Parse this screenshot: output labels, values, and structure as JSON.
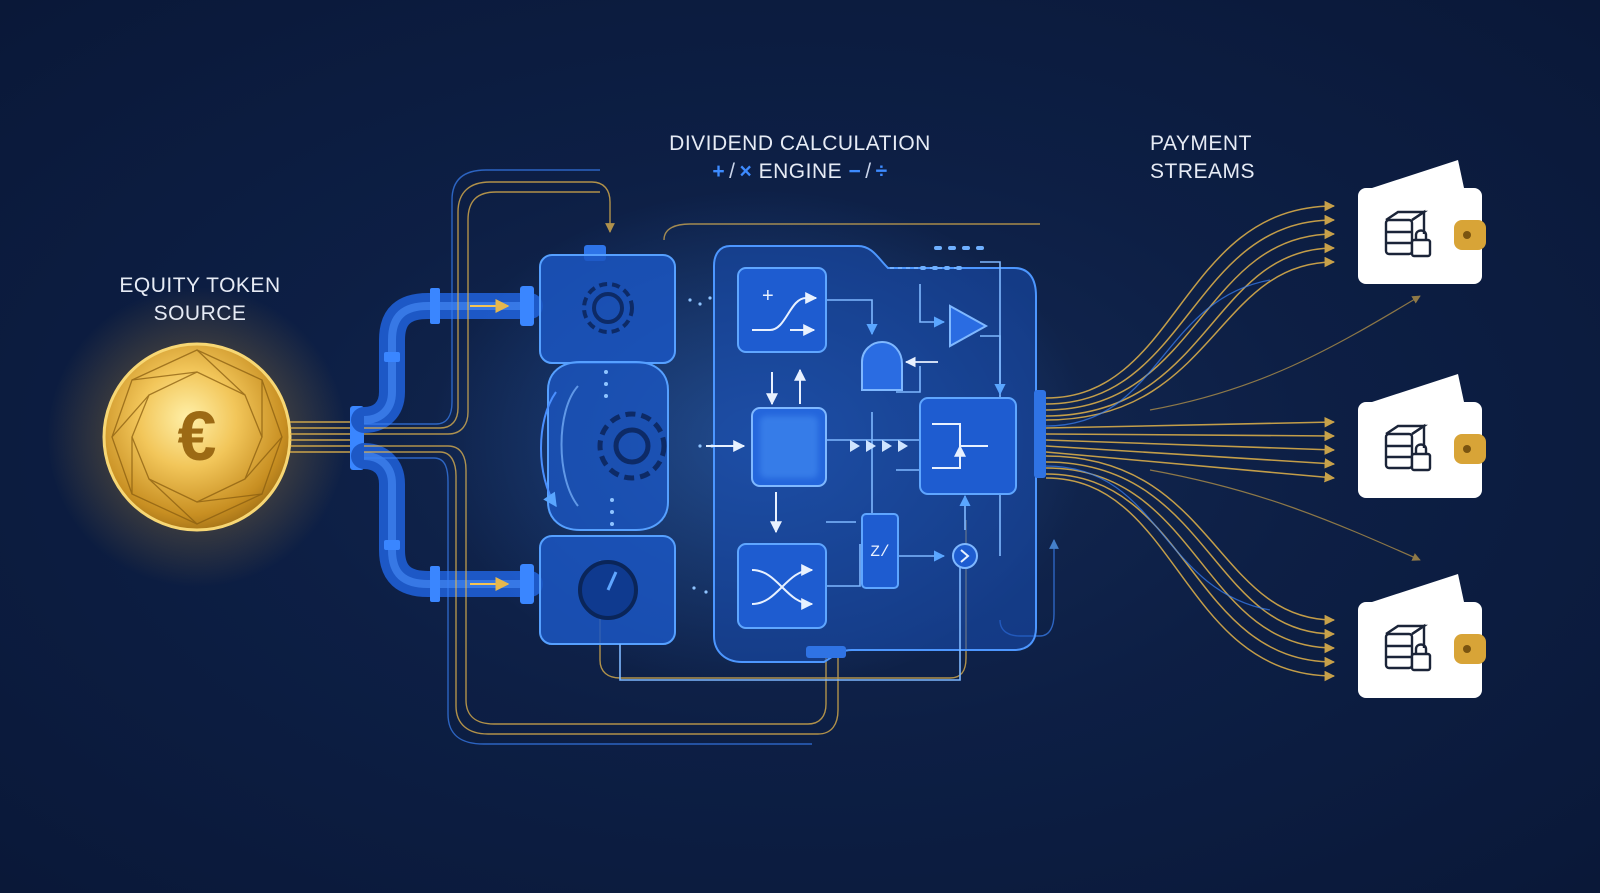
{
  "source": {
    "label_line1": "EQUITY TOKEN",
    "label_line2": "SOURCE",
    "token_symbol": "€",
    "token_icon": "euro-coin-icon"
  },
  "engine": {
    "label_line1": "DIVIDEND CALCULATION",
    "op_plus": "+",
    "op_times": "×",
    "engine_word": "ENGINE",
    "op_minus": "−",
    "op_divide": "÷",
    "separator": "/",
    "module_icons": [
      "gear-icon",
      "gear-icon",
      "gauge-icon",
      "switch-icon",
      "shuffle-icon",
      "and-gate-icon",
      "amplifier-icon",
      "splitter-icon",
      "comparator-icon"
    ],
    "switch_top_symbol": "+",
    "divider_symbol": "Z/"
  },
  "payments": {
    "label_line1": "PAYMENT",
    "label_line2": "STREAMS",
    "wallet_icon": "wallet-icon",
    "server_icon": "server-lock-icon",
    "wallet_count": 3
  },
  "colors": {
    "background": "#0d1f45",
    "gold": "#e3b44a",
    "blue": "#2f7df6",
    "blue_glow": "#4fa3ff",
    "wallet_fill": "#ffffff",
    "label_text": "#e6ebf5"
  }
}
